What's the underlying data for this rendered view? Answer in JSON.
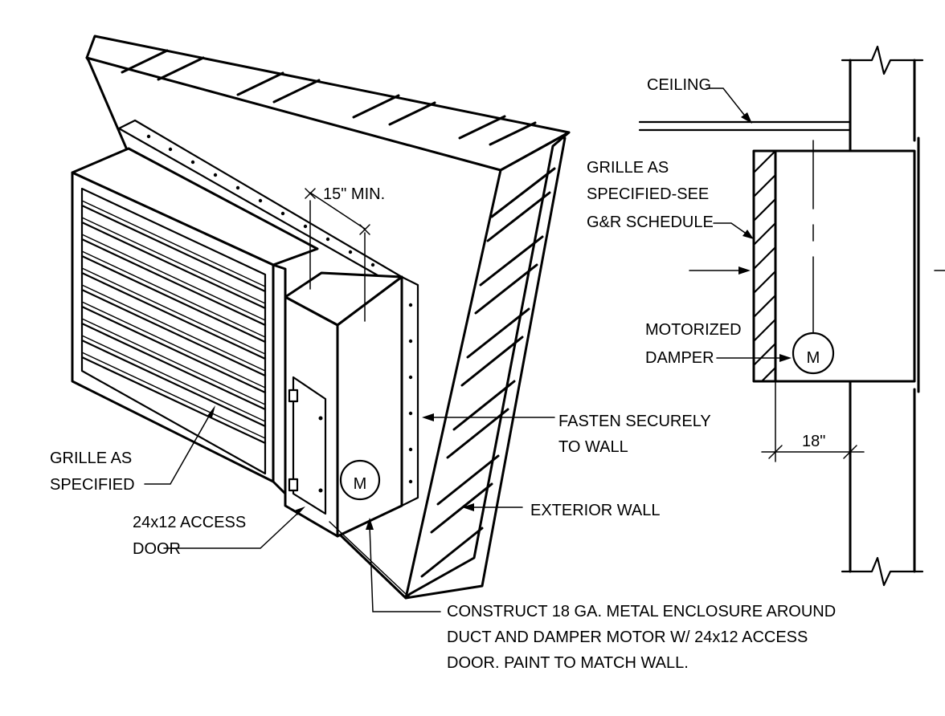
{
  "labels": {
    "grille_left_1": "GRILLE AS",
    "grille_left_2": "SPECIFIED",
    "access_door_1": "24x12 ACCESS",
    "access_door_2": "DOOR",
    "min_dim": "15\" MIN.",
    "fasten_1": "FASTEN SECURELY",
    "fasten_2": "TO WALL",
    "exterior_wall": "EXTERIOR WALL",
    "construct_1": "CONSTRUCT 18 GA. METAL ENCLOSURE AROUND",
    "construct_2": "DUCT AND DAMPER MOTOR W/ 24x12 ACCESS",
    "construct_3": "DOOR. PAINT TO MATCH WALL.",
    "motor_iso": "M",
    "ceiling": "CEILING",
    "grille_right_1": "GRILLE AS",
    "grille_right_2": "SPECIFIED-SEE",
    "grille_right_3": "G&R SCHEDULE",
    "damper_1": "MOTORIZED",
    "damper_2": "DAMPER",
    "motor_section": "M",
    "dim_18": "18\""
  }
}
